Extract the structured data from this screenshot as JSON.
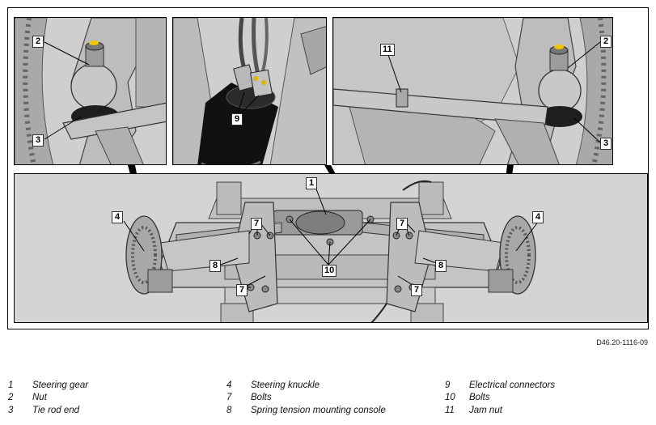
{
  "figure": {
    "code": "D46.20-1116-09",
    "callouts": {
      "steering_gear": "1",
      "nut": "2",
      "tie_rod_end": "3",
      "steering_knuckle": "4",
      "bolts_console": "7",
      "spring_console": "8",
      "electrical_connectors": "9",
      "bolts_gear": "10",
      "jam_nut": "11"
    }
  },
  "legend": [
    {
      "num": "1",
      "label": "Steering gear"
    },
    {
      "num": "2",
      "label": "Nut"
    },
    {
      "num": "3",
      "label": "Tie rod end"
    },
    {
      "num": "4",
      "label": "Steering knuckle"
    },
    {
      "num": "7",
      "label": "Bolts"
    },
    {
      "num": "8",
      "label": "Spring tension mounting console"
    },
    {
      "num": "9",
      "label": "Electrical connectors"
    },
    {
      "num": "10",
      "label": "Bolts"
    },
    {
      "num": "11",
      "label": "Jam nut"
    }
  ]
}
